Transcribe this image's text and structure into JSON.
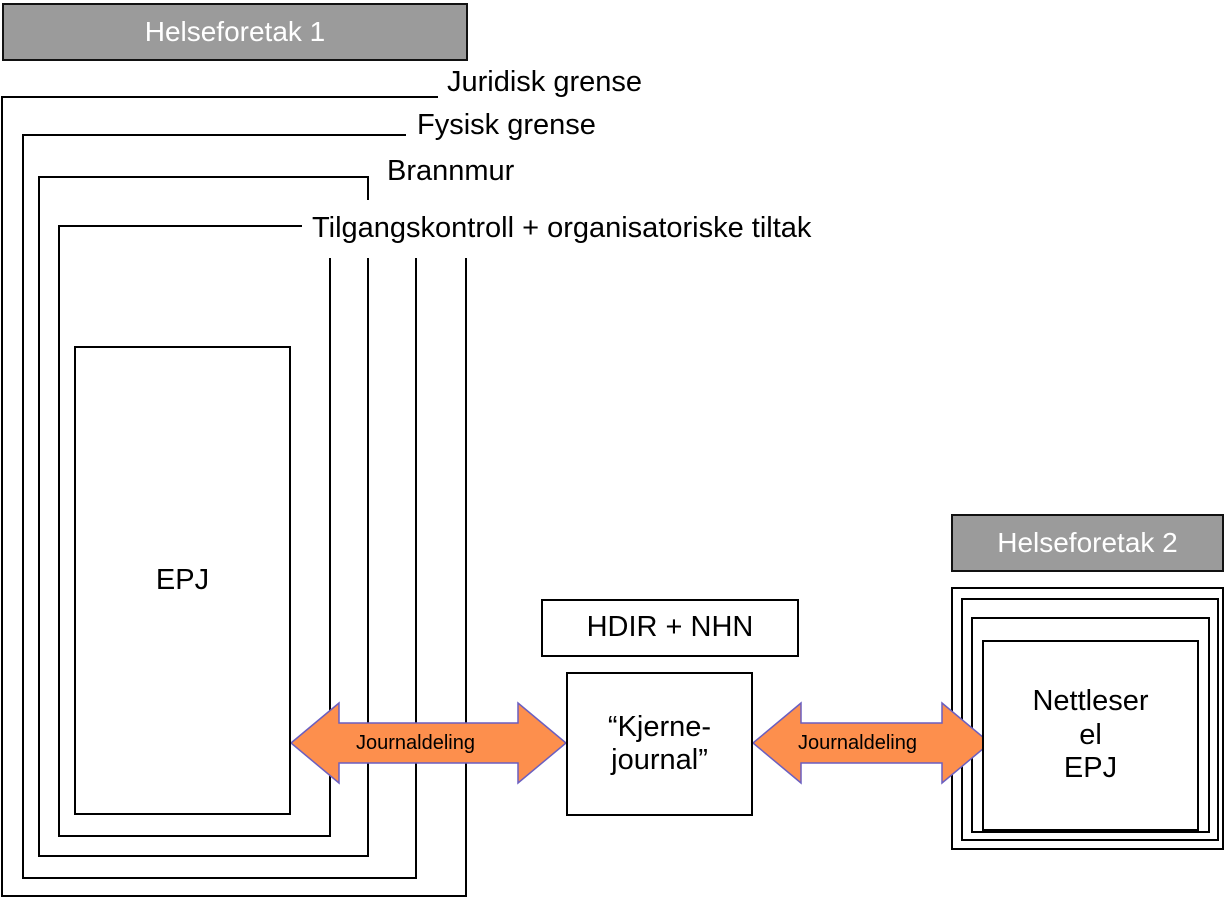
{
  "diagram": {
    "org1": {
      "title": "Helseforetak 1",
      "boundaries": [
        {
          "name": "juridisk",
          "label": "Juridisk grense"
        },
        {
          "name": "fysisk",
          "label": "Fysisk grense"
        },
        {
          "name": "brannmur",
          "label": "Brannmur"
        },
        {
          "name": "tilgang",
          "label": "Tilgangskontroll + organisatoriske tiltak"
        }
      ],
      "system": "EPJ"
    },
    "central": {
      "operator": "HDIR + NHN",
      "system_line1": "“Kjerne-",
      "system_line2": "journal”"
    },
    "org2": {
      "title": "Helseforetak 2",
      "system_line1": "Nettleser",
      "system_line2": "el",
      "system_line3": "EPJ"
    },
    "arrows": [
      {
        "label": "Journaldeling",
        "from": "EPJ",
        "to": "Kjernejournal"
      },
      {
        "label": "Journaldeling",
        "from": "Kjernejournal",
        "to": "Nettleser el EPJ"
      }
    ],
    "colors": {
      "arrow_fill": "#fd8f4d",
      "arrow_stroke": "#6b5fc0",
      "header_fill": "#9b9b9b"
    }
  }
}
